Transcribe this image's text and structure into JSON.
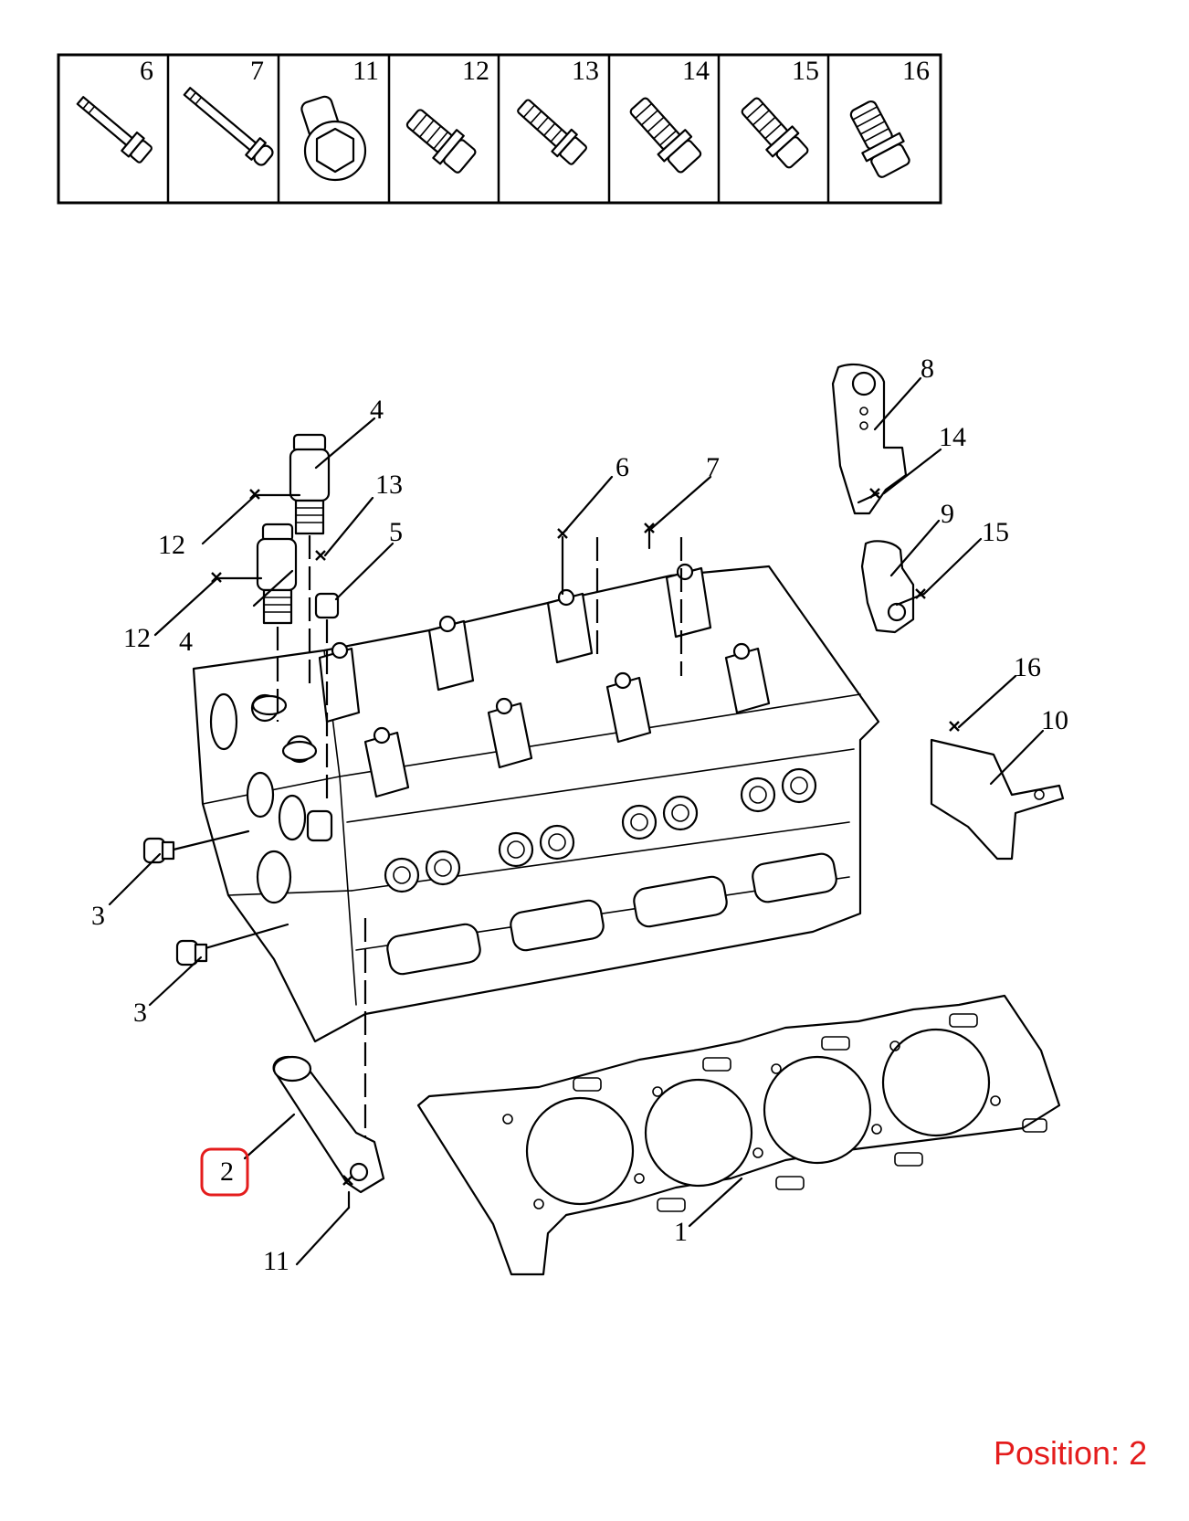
{
  "fastener_table": [
    {
      "number": "6"
    },
    {
      "number": "7"
    },
    {
      "number": "11"
    },
    {
      "number": "12"
    },
    {
      "number": "13"
    },
    {
      "number": "14"
    },
    {
      "number": "15"
    },
    {
      "number": "16"
    }
  ],
  "callouts": {
    "c1": "1",
    "c2": "2",
    "c3a": "3",
    "c3b": "3",
    "c4a": "4",
    "c4b": "4",
    "c5": "5",
    "c6": "6",
    "c7": "7",
    "c8": "8",
    "c9": "9",
    "c10": "10",
    "c11": "11",
    "c12a": "12",
    "c12b": "12",
    "c13": "13",
    "c14": "14",
    "c15": "15",
    "c16": "16"
  },
  "highlighted_callout": "2",
  "highlight_color": "#e41c1c",
  "position_label": "Position: 2"
}
